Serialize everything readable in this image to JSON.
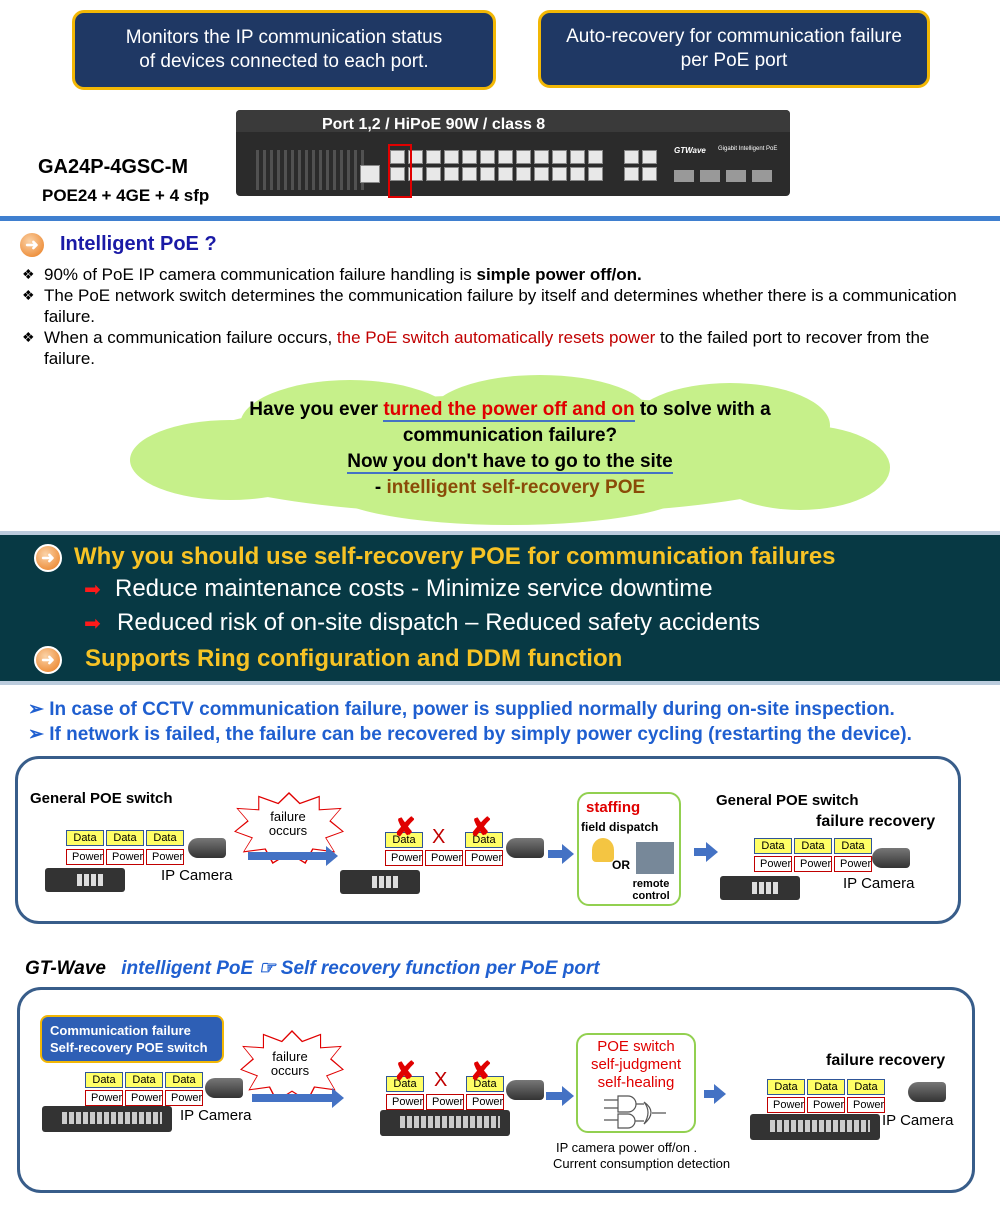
{
  "top_boxes": [
    {
      "line1": "Monitors the IP communication status",
      "line2": "of devices connected to each port."
    },
    {
      "line1": "Auto-recovery for communication failure",
      "line2": "per PoE port"
    }
  ],
  "product": {
    "port_caption": "Port 1,2 / HiPoE 90W / class 8",
    "model": "GA24P-4GSC-M",
    "spec": "POE24 + 4GE + 4 sfp",
    "brand_label": "GTWave",
    "device_label": "Gigabit Intelligent PoE"
  },
  "intelligent_poe": {
    "heading": "Intelligent PoE ?",
    "bullets": [
      {
        "pre": "90% of PoE IP camera communication failure handling is ",
        "bold": "simple power off/on."
      },
      {
        "text": "The PoE network switch determines the communication failure by itself  and determines whether there is a communication failure."
      },
      {
        "pre": "When a communication failure occurs, ",
        "red": "the PoE switch automatically resets power",
        "post": " to the failed port to recover from the failure."
      }
    ]
  },
  "cloud": {
    "q_pre": "Have you ever ",
    "q_red": "turned the power off and on",
    "q_post": " to solve with a",
    "q_line2": "communication failure?",
    "line3": "Now you don't have to go to the site",
    "line4_dash": "- ",
    "line4_brown": "intelligent self-recovery POE"
  },
  "band": {
    "heading1": "Why you should use self-recovery POE for communication failures",
    "item1": "Reduce maintenance costs  - Minimize service downtime",
    "item2": "Reduced risk of on-site dispatch – Reduced safety accidents",
    "heading2": "Supports Ring configuration  and DDM function"
  },
  "notes": [
    "In case of CCTV communication failure, power is supplied normally during on-site  inspection.",
    "If network is failed, the failure can be recovered by simply power cycling (restarting the device)."
  ],
  "panel1": {
    "title_left": "General POE switch",
    "title_right": "General POE switch",
    "failure_occurs": "failure occurs",
    "staffing": "staffing",
    "field_dispatch": "field dispatch",
    "or": "OR",
    "remote_control": "remote control",
    "failure_recovery": "failure recovery",
    "ip_camera": "IP Camera",
    "data": "Data",
    "power": "Power",
    "x": "X"
  },
  "gt_heading": {
    "brand": "GT-Wave",
    "rest": "intelligent  PoE  ☞ Self recovery  function per PoE port"
  },
  "panel2": {
    "label_line1": "Communication failure",
    "label_line2": "Self-recovery POE switch",
    "failure_occurs": "failure occurs",
    "poe_line1": "POE switch",
    "poe_line2": "self-judgment",
    "poe_line3": "self-healing",
    "caption1": "IP camera power off/on .",
    "caption2": "Current consumption detection",
    "failure_recovery": "failure recovery",
    "ip_camera": "IP Camera",
    "data": "Data",
    "power": "Power",
    "x": "X"
  },
  "colors": {
    "navy": "#1f3864",
    "gold": "#f2b705",
    "teal_band": "#073944",
    "band_text": "#f7c325",
    "blue_text": "#1f5fd0",
    "red": "#c00000",
    "cloud_green": "#c6f08a"
  }
}
